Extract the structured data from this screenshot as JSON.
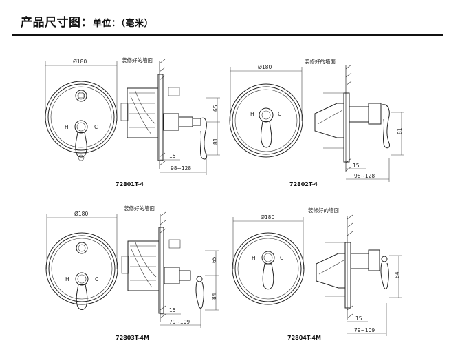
{
  "header": {
    "title": "产品尺寸图：",
    "unit": "单位：（毫米）"
  },
  "drawings": [
    {
      "model": "72801T-4",
      "diameter": "Ø180",
      "wall_note": "装修好的墙面",
      "dim_upper": "65",
      "dim_lower": "81",
      "dim_small": "15",
      "dim_range": "98~128",
      "mark_h": "H",
      "mark_c": "C"
    },
    {
      "model": "72802T-4",
      "diameter": "Ø180",
      "wall_note": "装修好的墙面",
      "dim_lower": "81",
      "dim_small": "15",
      "dim_range": "98~128",
      "mark_h": "H",
      "mark_c": "C"
    },
    {
      "model": "72803T-4M",
      "diameter": "Ø180",
      "wall_note": "装修好的墙面",
      "dim_upper": "65",
      "dim_lower": "84",
      "dim_small": "15",
      "dim_range": "79~109",
      "mark_h": "H",
      "mark_c": "C"
    },
    {
      "model": "72804T-4M",
      "diameter": "Ø180",
      "wall_note": "装修好的墙面",
      "dim_lower": "84",
      "dim_small": "15",
      "dim_range": "79~109",
      "mark_h": "H",
      "mark_c": "C"
    }
  ]
}
